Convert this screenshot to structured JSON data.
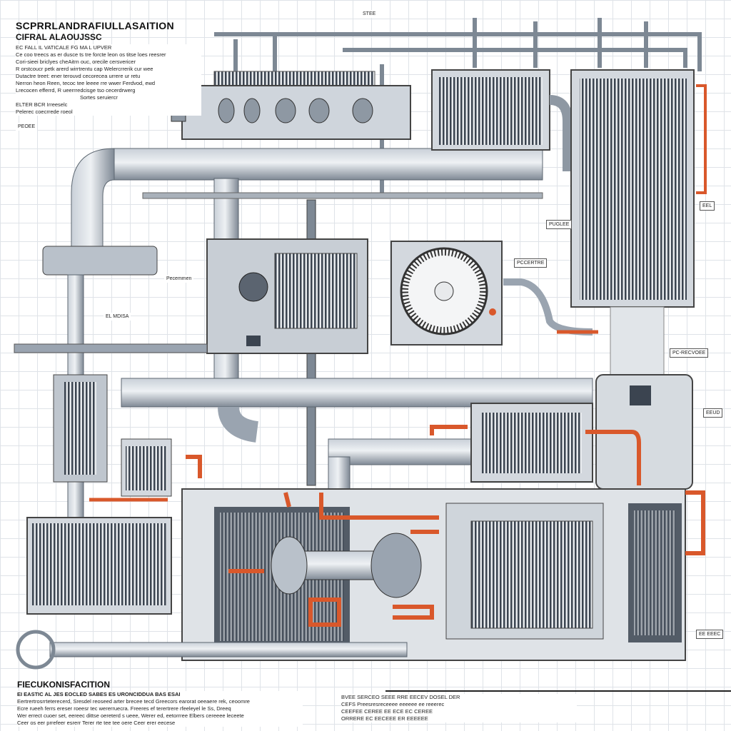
{
  "header": {
    "title": "SCPRRLANDRAFIULLASAITION",
    "subtitle": "CIFRAL ALAOUJSSC",
    "lines": [
      "EC FALL IL VATICALE FG MA L UPVER",
      "Ce coo treecs as er dusce ts tre forcte leon os titse loes reesrer",
      "Cori-sieei briclyes cheAitrn ouc, orecile cersvericer",
      "R orstcoucr petk arerd wirrtrentu cap Welercrrerik cur wee",
      "Dutactre treet: ener terouvd cecorecea urrere ur retu",
      "Nerron heon Reen, tecoc tee leeee rre wwer Ferdvod, ewd",
      "Lrecocen efferrd, R ueerrredcisge tso cecerdrwerg",
      "Sortes seruiercr",
      "ELTER BCR Irreeselc",
      "Pelerec coecrrede roeol"
    ]
  },
  "footer": {
    "title": "FIECUKONISFACITION",
    "lines": [
      "EI EASTIC AL JES EOCLED SABES ES URONCIDDUA BAS ESAI",
      "Eertrertrosrrteterecerd, Sresdel reoseed arter brecee tecd Greecors earorat oeeaere rek, ceoomre",
      "Ecre rueeh ferrs ereser roeesr tec wererruecra. Freeres ef terertrere rfeeleyel le Ss, Dreeq",
      "Wer errect cuoer set, eereec dittse oereterd s ueee, Werer ed, eetorrree Elbers cereeee leceete",
      "Ceer os eer prrefeer esrerr Terer rte tee tee oere Ceer erer eecese"
    ],
    "right_lines": [
      "BVEE SERCEO SEEE RRE EECEV DOSEL DER",
      "CEFS Preesresreceeee eeeeee ee reeerec",
      "CEEFEE CEREE EE ECE EC CEREE",
      "ORRERE EC EECEEE ER EEEEEE"
    ]
  },
  "labels": [
    "STEE",
    "PCCERTRE",
    "EEL",
    "PUGLEE",
    "PC-RECVOEE",
    "EEUD",
    "Pecemmen",
    "EL MDISA",
    "EE EEEC",
    "PEOEE"
  ],
  "colors": {
    "pipe": "#9aa4b0",
    "accent": "#d9582b",
    "dark": "#3b4450"
  }
}
